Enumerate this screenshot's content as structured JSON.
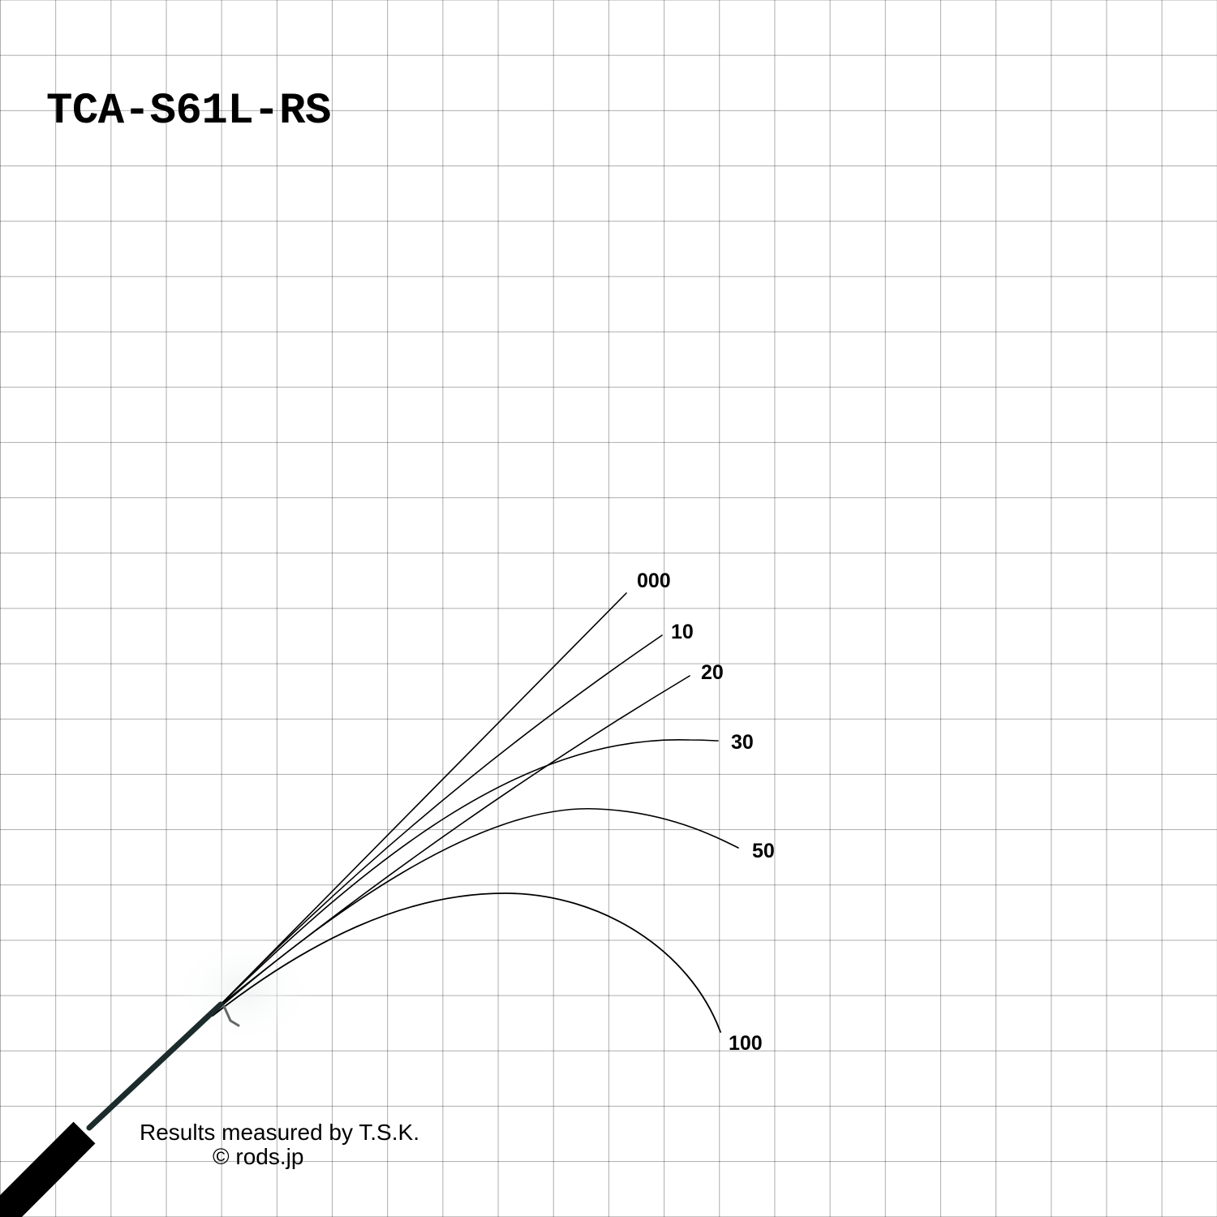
{
  "title": "TCA-S61L-RS",
  "loads": [
    "000",
    "10",
    "20",
    "30",
    "50",
    "100"
  ],
  "footer": {
    "measured": "Results measured by T.S.K.",
    "copyright": "© rods.jp"
  },
  "colors": {
    "rod": "#000000",
    "blank": "#1c2b2b",
    "grid": "#a8a8a8"
  }
}
